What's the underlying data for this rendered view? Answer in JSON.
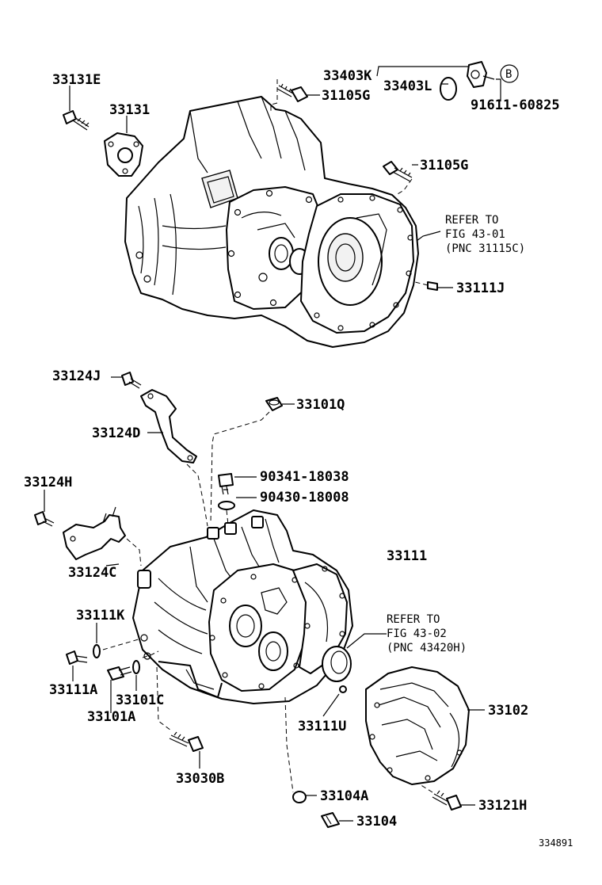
{
  "labels": {
    "p33131E": "33131E",
    "p33131": "33131",
    "p33403K": "33403K",
    "p33403L": "33403L",
    "p31105G_a": "31105G",
    "p31105G_b": "31105G",
    "circleB": "B",
    "p91611": "91611-60825",
    "p33111J": "33111J",
    "p33124J": "33124J",
    "p33101Q": "33101Q",
    "p33124D": "33124D",
    "p90341": "90341-18038",
    "p90430": "90430-18008",
    "p33124H": "33124H",
    "p33111": "33111",
    "p33124C": "33124C",
    "p33111K": "33111K",
    "p33111A": "33111A",
    "p33101C": "33101C",
    "p33101A": "33101A",
    "p33111U": "33111U",
    "p33102": "33102",
    "p33030B": "33030B",
    "p33104A": "33104A",
    "p33121H": "33121H",
    "p33104": "33104"
  },
  "notes": {
    "refer1_l1": "REFER TO",
    "refer1_l2": "FIG 43-01",
    "refer1_l3": "(PNC 31115C)",
    "refer2_l1": "REFER TO",
    "refer2_l2": "FIG 43-02",
    "refer2_l3": "(PNC 43420H)"
  },
  "figure_number": "334891"
}
